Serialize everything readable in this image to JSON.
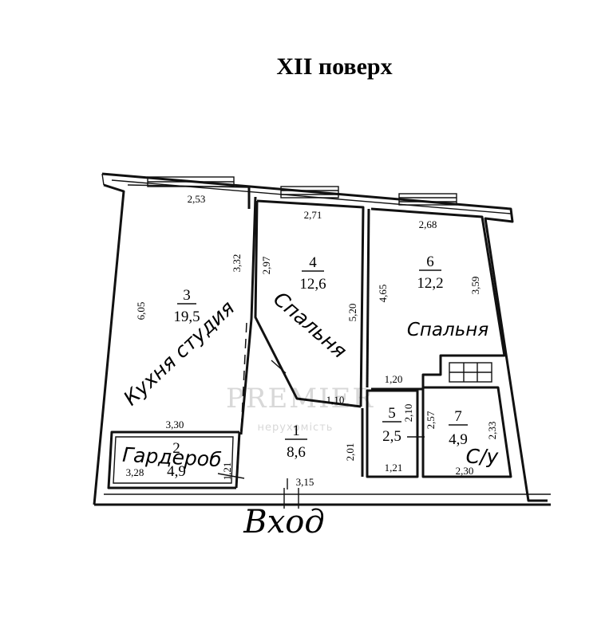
{
  "title": "XII поверх",
  "watermark": {
    "brand": "PREMIER",
    "tagline": "нерухомість"
  },
  "entrance": "Вход",
  "rooms": [
    {
      "id": "kitchen",
      "number": "3",
      "area": "19,5",
      "label": "Кухня студия"
    },
    {
      "id": "bedroom-left",
      "number": "4",
      "area": "12,6",
      "label": "Спальня"
    },
    {
      "id": "bedroom-right",
      "number": "6",
      "area": "12,2",
      "label": "Спальня"
    },
    {
      "id": "wardrobe",
      "number": "2",
      "area": "4,9",
      "label": "Гардероб"
    },
    {
      "id": "hall",
      "number": "1",
      "area": "8,6",
      "label": ""
    },
    {
      "id": "corridor",
      "number": "5",
      "area": "2,5",
      "label": ""
    },
    {
      "id": "bathroom",
      "number": "7",
      "area": "4,9",
      "label": "С/у"
    }
  ],
  "dimensions": {
    "kitchen_top": "2,53",
    "kitchen_right": "3,32",
    "kitchen_left": "6,05",
    "kitchen_bottom": "3,30",
    "bed4_top": "2,71",
    "bed4_left": "2,97",
    "bed4_right": "5,20",
    "bed6_top": "2,68",
    "bed6_left": "4,65",
    "bed6_right": "3,59",
    "hall_top": "1,10",
    "hall_right": "2,01",
    "hall_bottom": "3,15",
    "wardrobe_bottom": "3,28",
    "wardrobe_right": "1,21",
    "corr_top": "1,20",
    "corr_right": "2,10",
    "corr_bottom": "1,21",
    "bath_left": "2,57",
    "bath_right": "2,33",
    "bath_bottom": "2,30"
  }
}
